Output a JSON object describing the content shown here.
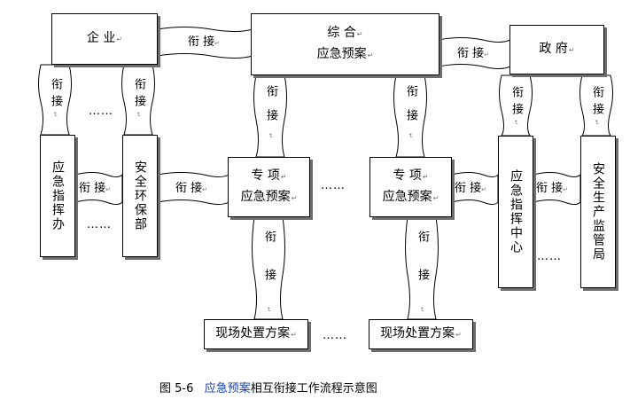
{
  "nodes": {
    "enterprise": "企 业",
    "integrated_line1": "综    合",
    "integrated_line2": "应急预案",
    "government": "政 府",
    "emergency_command_office": "应急指挥办",
    "safety_env_dept": "安全环保部",
    "special_plan_left_line1": "专 项",
    "special_plan_left_line2": "应急预案",
    "special_plan_right_line1": "专 项",
    "special_plan_right_line2": "应急预案",
    "emergency_command_center": "应急指挥中心",
    "safety_supervision_bureau": "安全生产监管局",
    "onsite_plan_left": "现场处置方案",
    "onsite_plan_right": "现场处置方案"
  },
  "connector_label": "衔 接",
  "connector_label_vertical": "衔接",
  "ellipsis": "……",
  "caption": {
    "figure_no": "图 5-6",
    "highlight": "应急预案",
    "rest": "相互衔接工作流程示意图"
  }
}
